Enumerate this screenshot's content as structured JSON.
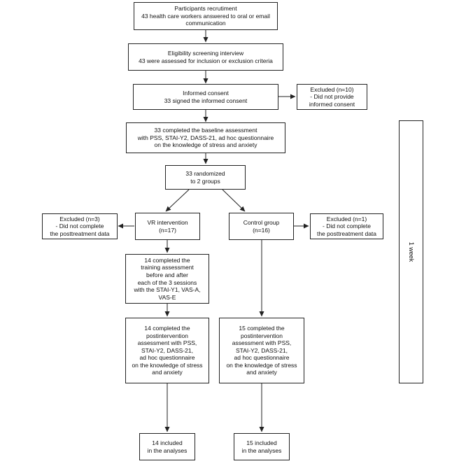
{
  "diagram": {
    "recruitment": "Participants recrutiment\n43 health care workers answered to oral or email\ncommunication",
    "screening": "Eligibility screening interview\n43 were assessed for inclusion or exclusion criteria",
    "consent": "Informed consent\n33 signed the informed consent",
    "excluded_consent": "Excluded (n=10)\n- Did not provide\ninformed consent",
    "baseline": "33 completed the baseline assessment\nwith PSS, STAI-Y2, DASS-21, ad hoc questionnaire\non the knowledge of stress and anxiety",
    "randomized": "33 randomized\nto 2 groups",
    "vr_intervention": "VR intervention\n(n=17)",
    "control_group": "Control group\n(n=16)",
    "excluded_vr": "Excluded (n=3)\n- Did not complete\nthe posttreatment data",
    "excluded_control": "Excluded  (n=1)\n- Did not complete\nthe posttreatment data",
    "training": "14 completed the\ntraining assessment\nbefore and after\neach of the 3 sessions\nwith the STAI-Y1, VAS-A,\nVAS-E",
    "post_vr": "14 completed the\npostintervention\nassessment with PSS,\nSTAI-Y2, DASS-21,\nad hoc questionnaire\non the knowledge of stress\nand anxiety",
    "post_control": "15 completed the\npostintervention\nassessment with PSS,\nSTAI-Y2, DASS-21,\nad hoc questionnaire\non the knowledge of stress\nand anxiety",
    "included_vr": "14 included\nin the analyses",
    "included_control": "15 included\nin the analyses",
    "week_label": "1 week"
  }
}
